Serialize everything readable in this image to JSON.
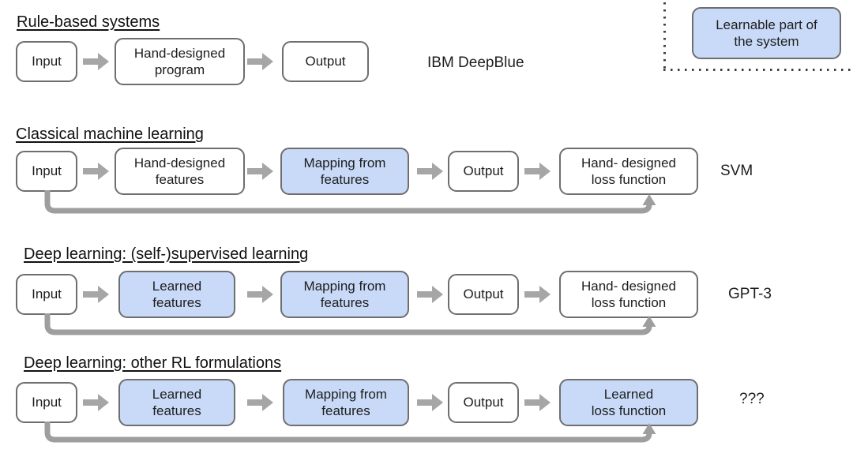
{
  "legend": {
    "label": "Learnable part of\nthe system"
  },
  "colors": {
    "learnable_fill": "#c9daf8",
    "box_border": "#6e6e6e",
    "arrow_gray": "#a6a6a6",
    "feedback_gray": "#9e9e9e"
  },
  "rows": [
    {
      "heading": "Rule-based systems",
      "tag": "IBM DeepBlue",
      "feedback_loop": false,
      "boxes": [
        {
          "label": "Input",
          "learnable": false
        },
        {
          "label": "Hand-designed\nprogram",
          "learnable": false
        },
        {
          "label": "Output",
          "learnable": false
        }
      ]
    },
    {
      "heading": "Classical machine learning",
      "tag": "SVM",
      "feedback_loop": true,
      "boxes": [
        {
          "label": "Input",
          "learnable": false
        },
        {
          "label": "Hand-designed\nfeatures",
          "learnable": false
        },
        {
          "label": "Mapping from\nfeatures",
          "learnable": true
        },
        {
          "label": "Output",
          "learnable": false
        },
        {
          "label": "Hand- designed\nloss function",
          "learnable": false
        }
      ]
    },
    {
      "heading": "Deep learning: (self-)supervised learning",
      "tag": "GPT-3",
      "feedback_loop": true,
      "boxes": [
        {
          "label": "Input",
          "learnable": false
        },
        {
          "label": "Learned\nfeatures",
          "learnable": true
        },
        {
          "label": "Mapping from\nfeatures",
          "learnable": true
        },
        {
          "label": "Output",
          "learnable": false
        },
        {
          "label": "Hand- designed\nloss function",
          "learnable": false
        }
      ]
    },
    {
      "heading": "Deep learning: other RL formulations",
      "tag": "???",
      "feedback_loop": true,
      "boxes": [
        {
          "label": "Input",
          "learnable": false
        },
        {
          "label": "Learned\nfeatures",
          "learnable": true
        },
        {
          "label": "Mapping from\nfeatures",
          "learnable": true
        },
        {
          "label": "Output",
          "learnable": false
        },
        {
          "label": "Learned\nloss function",
          "learnable": true
        }
      ]
    }
  ]
}
